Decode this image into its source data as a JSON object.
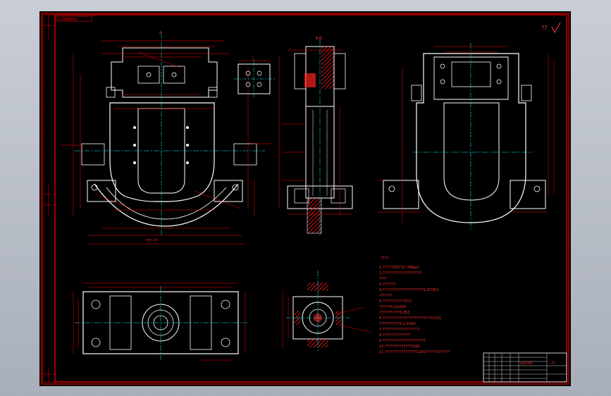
{
  "title_strip": {
    "label": "1-7896804"
  },
  "corner_mark": {
    "text": "??"
  },
  "views": {
    "top_left": {
      "section": "A",
      "dim_bottom": "????-??"
    },
    "section_side": {
      "title": "B-B"
    },
    "detail_small": {
      "label": "I"
    }
  },
  "notes": {
    "heading": "????",
    "lines": [
      "1.?????325??2~5Mpa?",
      "2.?????????????????????",
      "  ????",
      "3.???????",
      "4.??????????????????????125?821",
      "  ???????",
      "5.????????????3?3",
      "   ??????0.1/1000",
      "  ???????????0.053",
      "6.??????????????????????????0.031",
      "  ???????????0.1/1000",
      "7.????????????????????",
      "8.???????????????",
      "9.???????????????????????",
      "10.??????????????1000",
      "11.?????????????????1200??????3??????"
    ]
  },
  "title_block": {
    "drawing_no": "ZL0-00",
    "sheet": "??"
  },
  "colors": {
    "background": "#000000",
    "sheet_border": "#ff0000",
    "outline": "#ffffff",
    "centerline": "#00ffff",
    "dimension": "#ff0000",
    "window_bg": "#b9bec7"
  }
}
